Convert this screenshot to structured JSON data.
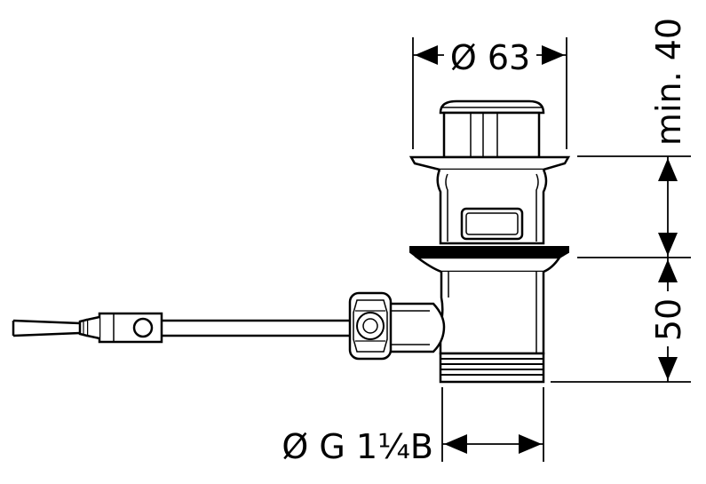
{
  "dimensions": {
    "top_diameter": "Ø 63",
    "min_height": "min. 40",
    "body_height": "50",
    "thread": "Ø G 1¼B"
  },
  "colors": {
    "line": "#000000",
    "background": "#ffffff"
  }
}
